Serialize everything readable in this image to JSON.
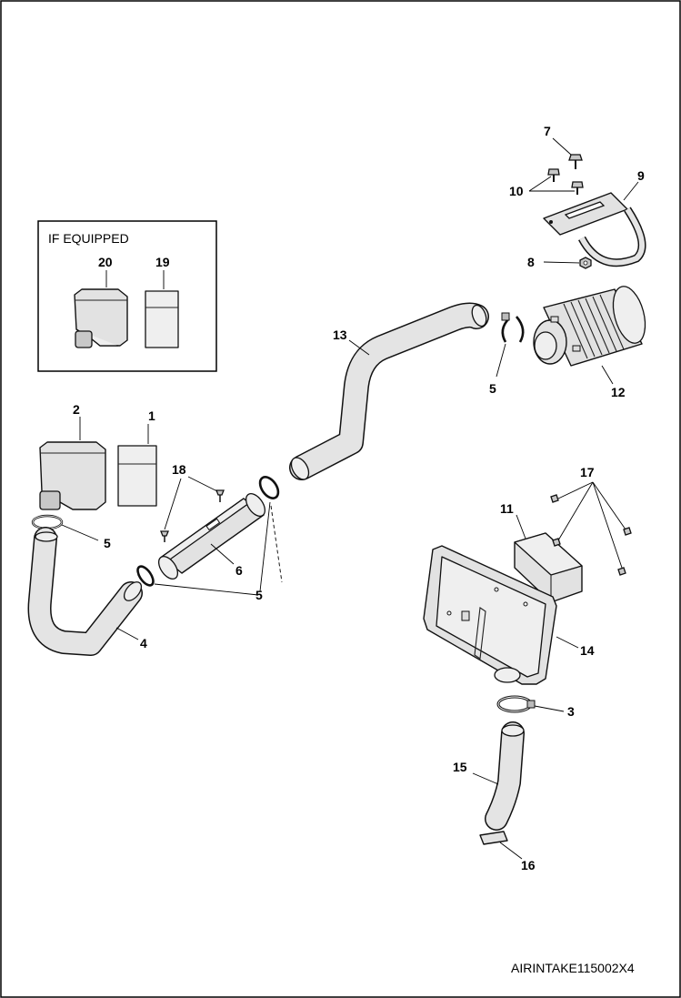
{
  "inset": {
    "title": "IF EQUIPPED"
  },
  "drawing_code": "AIRINTAKE115002X4",
  "callouts": {
    "c1": "1",
    "c2": "2",
    "c3": "3",
    "c4": "4",
    "c5a": "5",
    "c5b": "5",
    "c5c": "5",
    "c6": "6",
    "c7": "7",
    "c8": "8",
    "c9": "9",
    "c10": "10",
    "c11": "11",
    "c12": "12",
    "c13": "13",
    "c14": "14",
    "c15": "15",
    "c16": "16",
    "c17": "17",
    "c18": "18",
    "c19": "19",
    "c20": "20"
  }
}
